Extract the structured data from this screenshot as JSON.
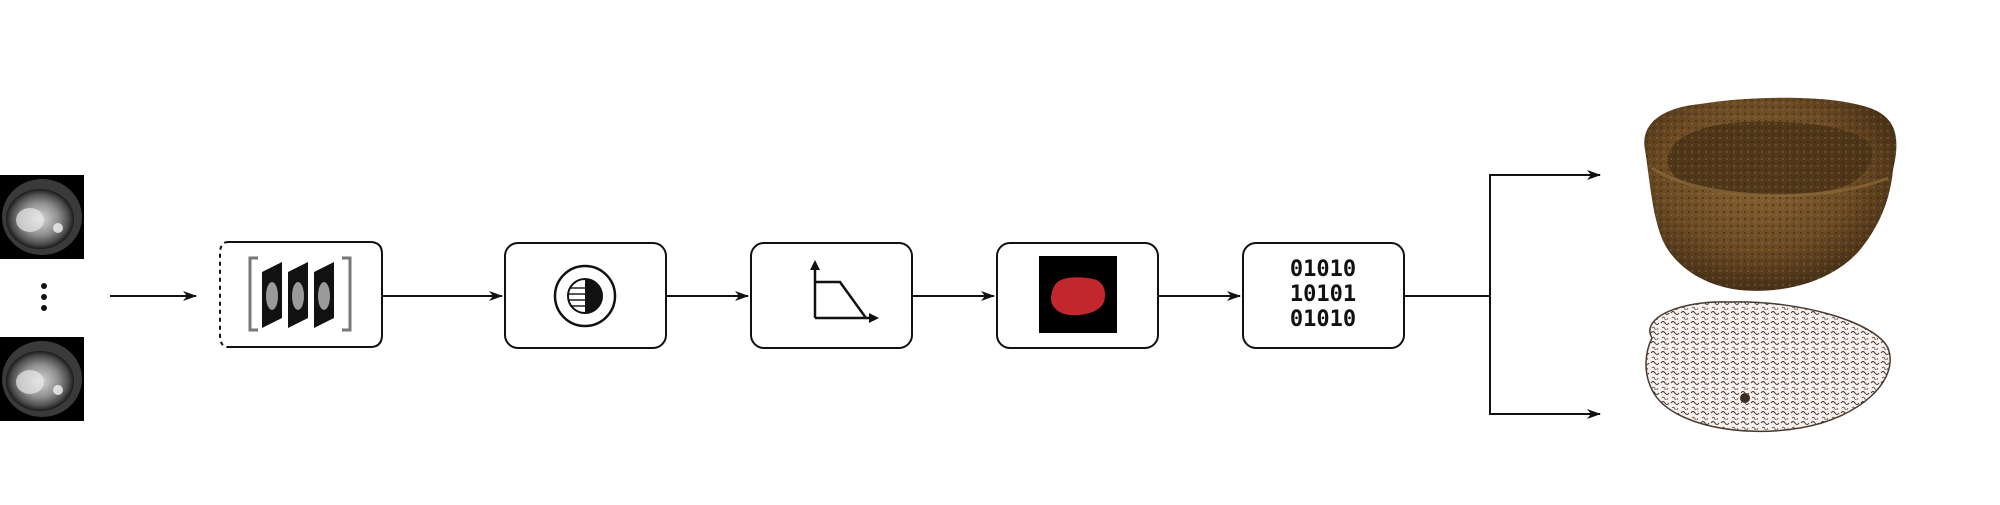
{
  "input": {
    "slices": [
      "ct-slice-top",
      "ct-slice-bottom"
    ],
    "ellipsis_icon": "vertical-ellipsis-icon"
  },
  "pipeline": {
    "steps": [
      {
        "id": "slice-stack",
        "icon": "image-stack-icon"
      },
      {
        "id": "contrast-adjust",
        "icon": "contrast-dial-icon"
      },
      {
        "id": "intensity-window",
        "icon": "window-function-icon"
      },
      {
        "id": "segmentation-mask",
        "icon": "mask-icon",
        "mask_color": "#c1272d"
      },
      {
        "id": "binary-encode",
        "icon": "binary-icon",
        "binary_lines": [
          "01010",
          "10101",
          "01010"
        ]
      }
    ]
  },
  "outputs": [
    {
      "id": "surface-render",
      "icon": "3d-surface-render",
      "color": "#6b4a24"
    },
    {
      "id": "point-cloud-render",
      "icon": "3d-point-cloud-render",
      "color": "#4a3a30"
    }
  ],
  "colors": {
    "stroke": "#111111",
    "box_fill": "#ffffff",
    "mask_bg": "#000000"
  }
}
